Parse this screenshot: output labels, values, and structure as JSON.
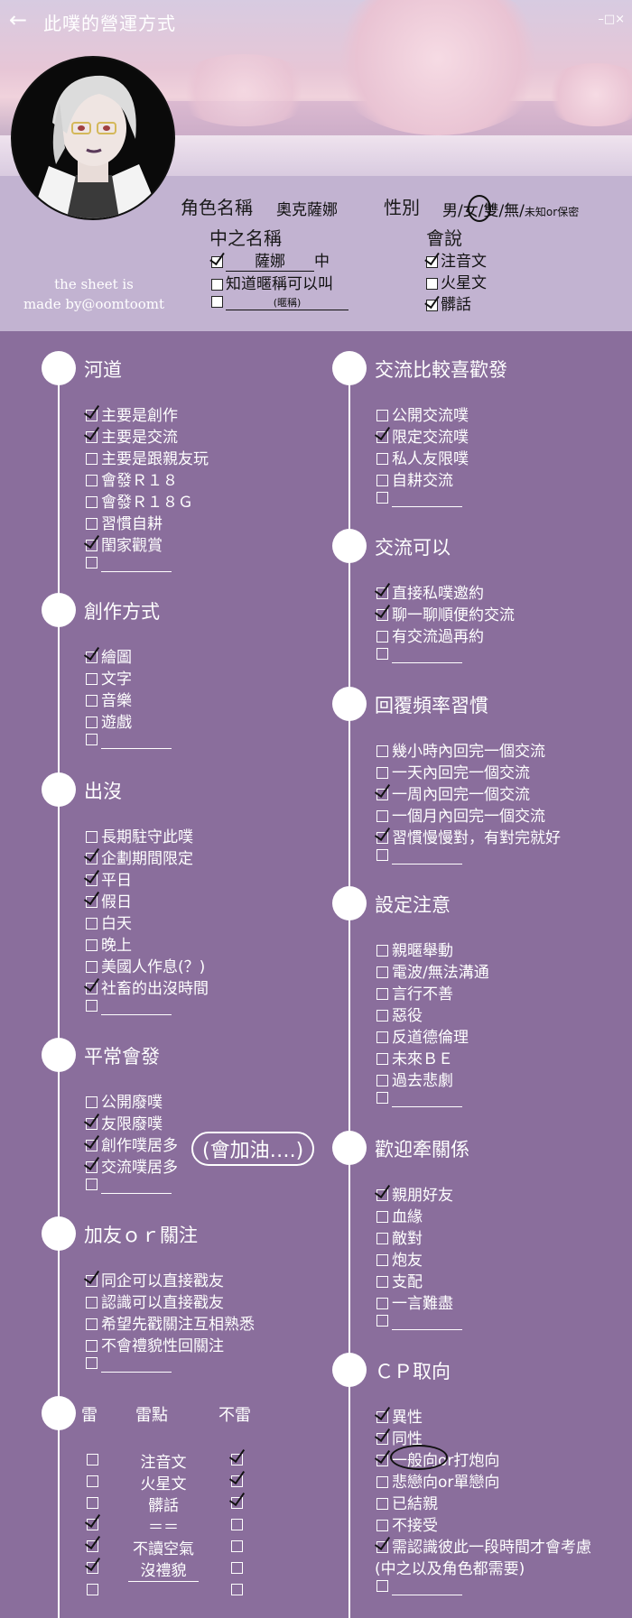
{
  "topbar": {
    "back_glyph": "←",
    "title": "此噗的營運方式",
    "window_controls": "–□×"
  },
  "credit": {
    "line1": "the sheet is",
    "line2": "made by@oomtoomt"
  },
  "profile": {
    "name_label": "角色名稱",
    "name_value": "奧克薩娜",
    "gender_label": "性別",
    "gender_options": "男/女/雙/無/",
    "gender_small": "未知or保密",
    "inner_label": "中之名稱",
    "inner_value": "薩娜",
    "inner_suffix": "中",
    "inner_opt2": "知道暱稱可以叫",
    "inner_opt3_hint": "(暱稱)",
    "speak_label": "會說",
    "speak_opts": [
      {
        "label": "注音文",
        "checked": true
      },
      {
        "label": "火星文",
        "checked": false
      },
      {
        "label": "髒話",
        "checked": true
      }
    ]
  },
  "left": {
    "heddao": {
      "title": "河道",
      "items": [
        {
          "label": "主要是創作",
          "checked": true
        },
        {
          "label": "主要是交流",
          "checked": true
        },
        {
          "label": "主要是跟親友玩",
          "checked": false
        },
        {
          "label": "會發Ｒ１８",
          "checked": false
        },
        {
          "label": "會發Ｒ１８Ｇ",
          "checked": false
        },
        {
          "label": "習慣自耕",
          "checked": false
        },
        {
          "label": "閨家觀賞",
          "checked": true
        }
      ]
    },
    "create": {
      "title": "創作方式",
      "items": [
        {
          "label": "繪圖",
          "checked": true
        },
        {
          "label": "文字",
          "checked": false
        },
        {
          "label": "音樂",
          "checked": false
        },
        {
          "label": "遊戲",
          "checked": false
        }
      ]
    },
    "appear": {
      "title": "出沒",
      "items": [
        {
          "label": "長期駐守此噗",
          "checked": false
        },
        {
          "label": "企劃期間限定",
          "checked": true
        },
        {
          "label": "平日",
          "checked": true
        },
        {
          "label": "假日",
          "checked": true
        },
        {
          "label": "白天",
          "checked": false
        },
        {
          "label": "晚上",
          "checked": false
        },
        {
          "label": "美國人作息(？)",
          "checked": false
        },
        {
          "label": "社畜的出沒時間",
          "checked": true
        }
      ]
    },
    "usual": {
      "title": "平常會發",
      "items": [
        {
          "label": "公開廢噗",
          "checked": false
        },
        {
          "label": "友限廢噗",
          "checked": true
        },
        {
          "label": "創作噗居多",
          "checked": true
        },
        {
          "label": "交流噗居多",
          "checked": true
        }
      ],
      "note": "(會加油….)"
    },
    "follow": {
      "title": "加友ｏｒ關注",
      "items": [
        {
          "label": "同企可以直接戳友",
          "checked": true
        },
        {
          "label": "認識可以直接戳友",
          "checked": false
        },
        {
          "label": "希望先戳關注互相熟悉",
          "checked": false
        },
        {
          "label": "不會禮貌性回關注",
          "checked": false
        }
      ]
    },
    "mines": {
      "title_left": "雷",
      "title_mid": "雷點",
      "title_right": "不雷",
      "rows": [
        {
          "label": "注音文",
          "lei": false,
          "bulei": true
        },
        {
          "label": "火星文",
          "lei": false,
          "bulei": true
        },
        {
          "label": "髒話",
          "lei": false,
          "bulei": true
        },
        {
          "label": "＝＝",
          "lei": true,
          "bulei": false
        },
        {
          "label": "不讀空氣",
          "lei": true,
          "bulei": false
        },
        {
          "label": "沒禮貌",
          "lei": true,
          "bulei": false
        }
      ]
    }
  },
  "right": {
    "prefer": {
      "title": "交流比較喜歡發",
      "items": [
        {
          "label": "公開交流噗",
          "checked": false
        },
        {
          "label": "限定交流噗",
          "checked": true
        },
        {
          "label": "私人友限噗",
          "checked": false
        },
        {
          "label": "自耕交流",
          "checked": false
        }
      ]
    },
    "can": {
      "title": "交流可以",
      "items": [
        {
          "label": "直接私噗邀約",
          "checked": true
        },
        {
          "label": "聊一聊順便約交流",
          "checked": true
        },
        {
          "label": "有交流過再約",
          "checked": false
        }
      ]
    },
    "reply": {
      "title": "回覆頻率習慣",
      "items": [
        {
          "label": "幾小時內回完一個交流",
          "checked": false
        },
        {
          "label": "一天內回完一個交流",
          "checked": false
        },
        {
          "label": "一周內回完一個交流",
          "checked": true
        },
        {
          "label": "一個月內回完一個交流",
          "checked": false
        },
        {
          "label": "習慣慢慢對，有對完就好",
          "checked": true
        }
      ]
    },
    "setting": {
      "title": "設定注意",
      "items": [
        {
          "label": "親暱舉動",
          "checked": false
        },
        {
          "label": "電波/無法溝通",
          "checked": false
        },
        {
          "label": "言行不善",
          "checked": false
        },
        {
          "label": "惡役",
          "checked": false
        },
        {
          "label": "反道德倫理",
          "checked": false
        },
        {
          "label": "未來ＢＥ",
          "checked": false
        },
        {
          "label": "過去悲劇",
          "checked": false
        }
      ]
    },
    "relation": {
      "title": "歡迎牽關係",
      "items": [
        {
          "label": "親朋好友",
          "checked": true
        },
        {
          "label": "血緣",
          "checked": false
        },
        {
          "label": "敵對",
          "checked": false
        },
        {
          "label": "炮友",
          "checked": false
        },
        {
          "label": "支配",
          "checked": false
        },
        {
          "label": "一言難盡",
          "checked": false
        }
      ]
    },
    "cp": {
      "title": "ＣＰ取向",
      "items": [
        {
          "label": "異性",
          "checked": true
        },
        {
          "label": "同性",
          "checked": true
        },
        {
          "label": "一般向or打炮向",
          "checked": true
        },
        {
          "label": "悲戀向or單戀向",
          "checked": false
        },
        {
          "label": "已結親",
          "checked": false
        },
        {
          "label": "不接受",
          "checked": false
        },
        {
          "label": "需認識彼此一段時間才會考慮",
          "checked": true
        }
      ],
      "footnote": "(中之以及角色都需要)"
    }
  }
}
